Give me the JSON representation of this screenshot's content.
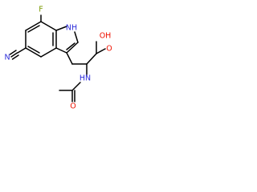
{
  "molecule": {
    "atoms": {
      "fluorine": "F",
      "indole_nh": "NH",
      "hydroxyl": "OH",
      "carbonyl_o_acid": "O",
      "nitrile_n": "N",
      "amide_nh": "HN",
      "carbonyl_o_amide": "O"
    },
    "colors": {
      "bond": "#000000",
      "fluorine": "#7a9a00",
      "nitrogen": "#2b2bd9",
      "oxygen": "#ee1100"
    }
  }
}
